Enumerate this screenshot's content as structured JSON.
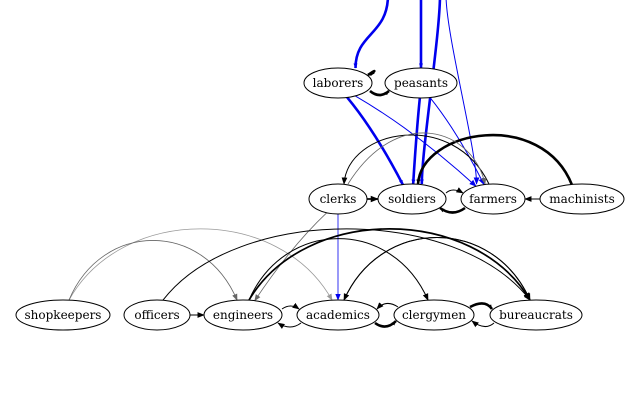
{
  "colors": {
    "black": "#000000",
    "blue": "#0000ee",
    "gray": "#666666",
    "light_gray": "#999999"
  },
  "nodes": [
    {
      "id": "laborers",
      "label": "laborers"
    },
    {
      "id": "peasants",
      "label": "peasants"
    },
    {
      "id": "clerks",
      "label": "clerks"
    },
    {
      "id": "soldiers",
      "label": "soldiers"
    },
    {
      "id": "farmers",
      "label": "farmers"
    },
    {
      "id": "machinists",
      "label": "machinists"
    },
    {
      "id": "shopkeepers",
      "label": "shopkeepers"
    },
    {
      "id": "officers",
      "label": "officers"
    },
    {
      "id": "engineers",
      "label": "engineers"
    },
    {
      "id": "academics",
      "label": "academics"
    },
    {
      "id": "clergymen",
      "label": "clergymen"
    },
    {
      "id": "bureaucrats",
      "label": "bureaucrats"
    }
  ],
  "edges": [
    {
      "from": "top",
      "to": "laborers",
      "color": "blue",
      "weight": "heavy"
    },
    {
      "from": "top",
      "to": "peasants",
      "color": "blue",
      "weight": "heavy"
    },
    {
      "from": "top",
      "to": "soldiers",
      "color": "blue",
      "weight": "heavy"
    },
    {
      "from": "top",
      "to": "farmers",
      "color": "blue",
      "weight": "normal"
    },
    {
      "from": "peasants",
      "to": "laborers",
      "color": "black",
      "weight": "heavy"
    },
    {
      "from": "laborers",
      "to": "peasants",
      "color": "black",
      "weight": "heavy"
    },
    {
      "from": "laborers",
      "to": "soldiers",
      "color": "blue",
      "weight": "heavy"
    },
    {
      "from": "laborers",
      "to": "farmers",
      "color": "blue",
      "weight": "normal"
    },
    {
      "from": "peasants",
      "to": "soldiers",
      "color": "blue",
      "weight": "heavy"
    },
    {
      "from": "peasants",
      "to": "farmers",
      "color": "blue",
      "weight": "normal"
    },
    {
      "from": "clerks",
      "to": "soldiers",
      "color": "black",
      "weight": "medium"
    },
    {
      "from": "soldiers",
      "to": "farmers",
      "color": "black",
      "weight": "normal"
    },
    {
      "from": "farmers",
      "to": "soldiers",
      "color": "black",
      "weight": "heavy"
    },
    {
      "from": "machinists",
      "to": "farmers",
      "color": "black",
      "weight": "normal"
    },
    {
      "from": "machinists",
      "to": "soldiers",
      "color": "black",
      "weight": "heavy"
    },
    {
      "from": "farmers",
      "to": "clerks",
      "color": "black",
      "weight": "normal"
    },
    {
      "from": "clerks",
      "to": "farmers",
      "color": "gray",
      "weight": "thin"
    },
    {
      "from": "clerks",
      "to": "academics",
      "color": "blue",
      "weight": "thin"
    },
    {
      "from": "clerks",
      "to": "engineers",
      "color": "gray",
      "weight": "thin"
    },
    {
      "from": "shopkeepers",
      "to": "academics",
      "color": "light_gray",
      "weight": "thin"
    },
    {
      "from": "shopkeepers",
      "to": "engineers",
      "color": "gray",
      "weight": "thin"
    },
    {
      "from": "officers",
      "to": "engineers",
      "color": "black",
      "weight": "normal"
    },
    {
      "from": "officers",
      "to": "bureaucrats",
      "color": "black",
      "weight": "normal"
    },
    {
      "from": "engineers",
      "to": "academics",
      "color": "black",
      "weight": "normal"
    },
    {
      "from": "academics",
      "to": "engineers",
      "color": "black",
      "weight": "normal"
    },
    {
      "from": "engineers",
      "to": "clergymen",
      "color": "black",
      "weight": "normal"
    },
    {
      "from": "engineers",
      "to": "bureaucrats",
      "color": "black",
      "weight": "medium"
    },
    {
      "from": "academics",
      "to": "clergymen",
      "color": "black",
      "weight": "heavy"
    },
    {
      "from": "academics",
      "to": "bureaucrats",
      "color": "black",
      "weight": "normal"
    },
    {
      "from": "clergymen",
      "to": "academics",
      "color": "black",
      "weight": "normal"
    },
    {
      "from": "clergymen",
      "to": "bureaucrats",
      "color": "black",
      "weight": "heavy"
    },
    {
      "from": "bureaucrats",
      "to": "clergymen",
      "color": "black",
      "weight": "normal"
    },
    {
      "from": "bureaucrats",
      "to": "academics",
      "color": "black",
      "weight": "normal"
    }
  ]
}
